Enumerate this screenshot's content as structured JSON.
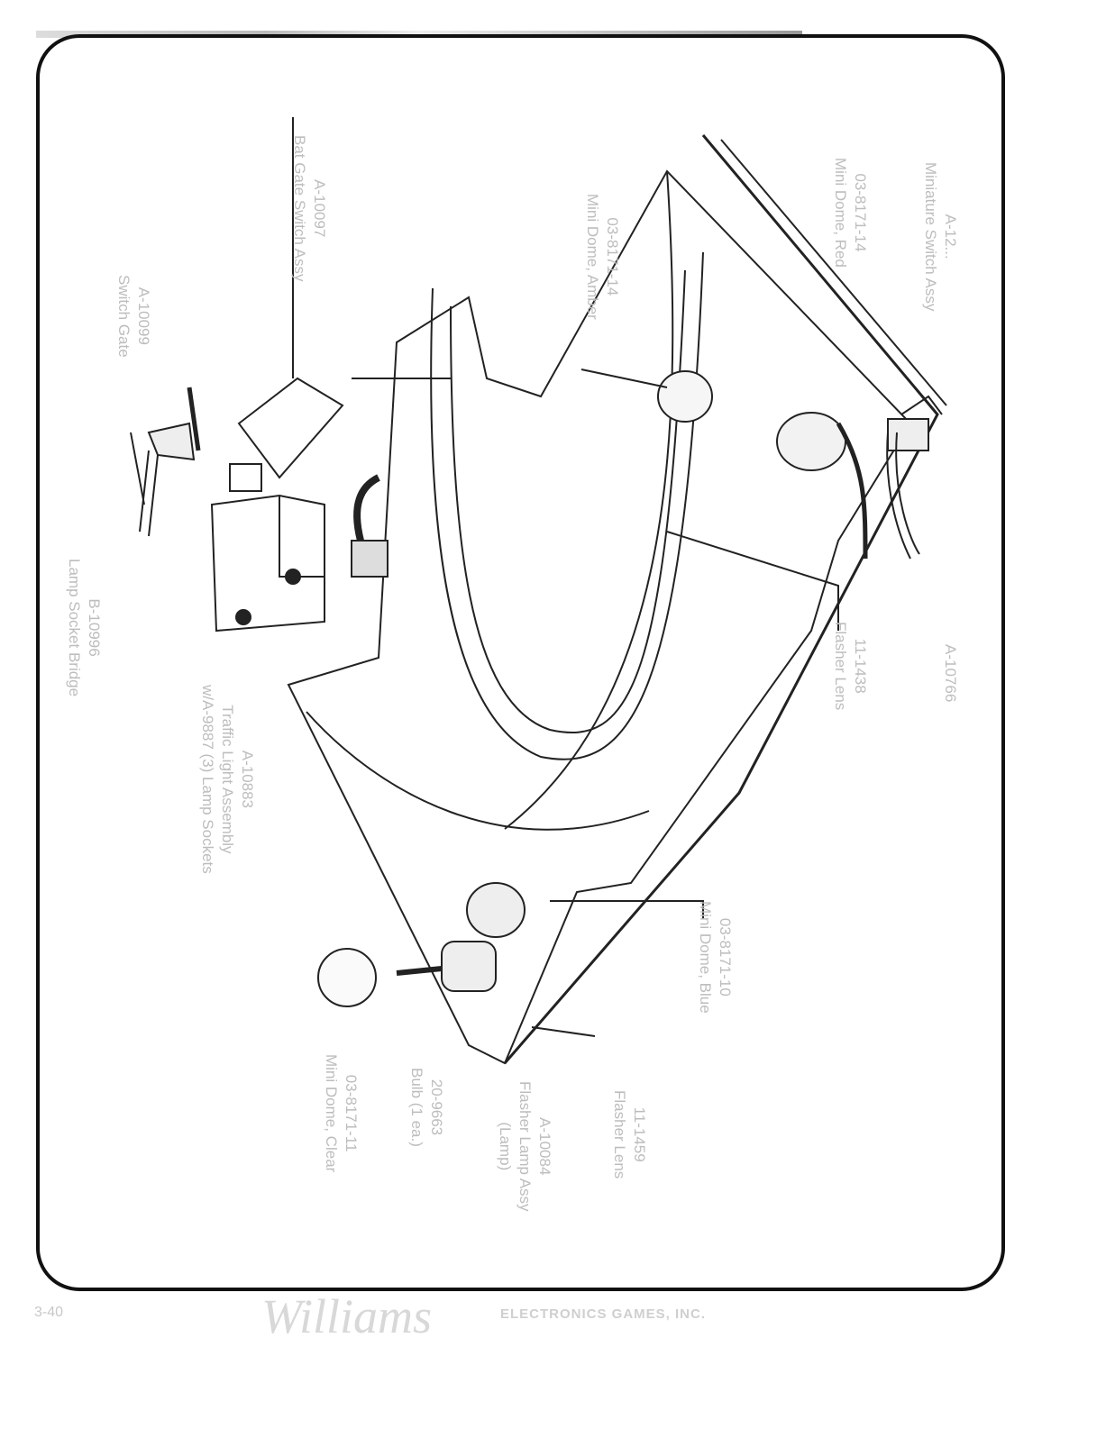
{
  "labels": [
    {
      "part": "A-10099",
      "desc": "Switch Gate"
    },
    {
      "part": "A-10097",
      "desc": "Bat Gate Switch Assy"
    },
    {
      "part": "03-8171-14",
      "desc": "Mini Dome, Amber"
    },
    {
      "part": "03-8171-14",
      "desc": "Mini Dome, Red"
    },
    {
      "part": "A-12...",
      "desc": "Miniature Switch Assy"
    },
    {
      "part": "B-10996",
      "desc": "Lamp Socket Bridge"
    },
    {
      "part": "A-10883",
      "desc": "Traffic Light Assembly",
      "desc2": "w/A-9887 (3) Lamp Sockets"
    },
    {
      "part": "11-1438",
      "desc": "Flasher Lens"
    },
    {
      "part": "A-10766",
      "desc": ""
    },
    {
      "part": "03-8171-10",
      "desc": "Mini Dome, Blue"
    },
    {
      "part": "03-8171-11",
      "desc": "Mini Dome, Clear"
    },
    {
      "part": "20-9663",
      "desc": "Bulb (1 ea.)"
    },
    {
      "part": "A-10084",
      "desc": "Flasher Lamp Assy",
      "desc2": "(Lamp)"
    },
    {
      "part": "11-1459",
      "desc": "Flasher Lens"
    }
  ],
  "footer": {
    "page": "3-40",
    "logo": "Williams",
    "company": "ELECTRONICS GAMES, INC."
  }
}
